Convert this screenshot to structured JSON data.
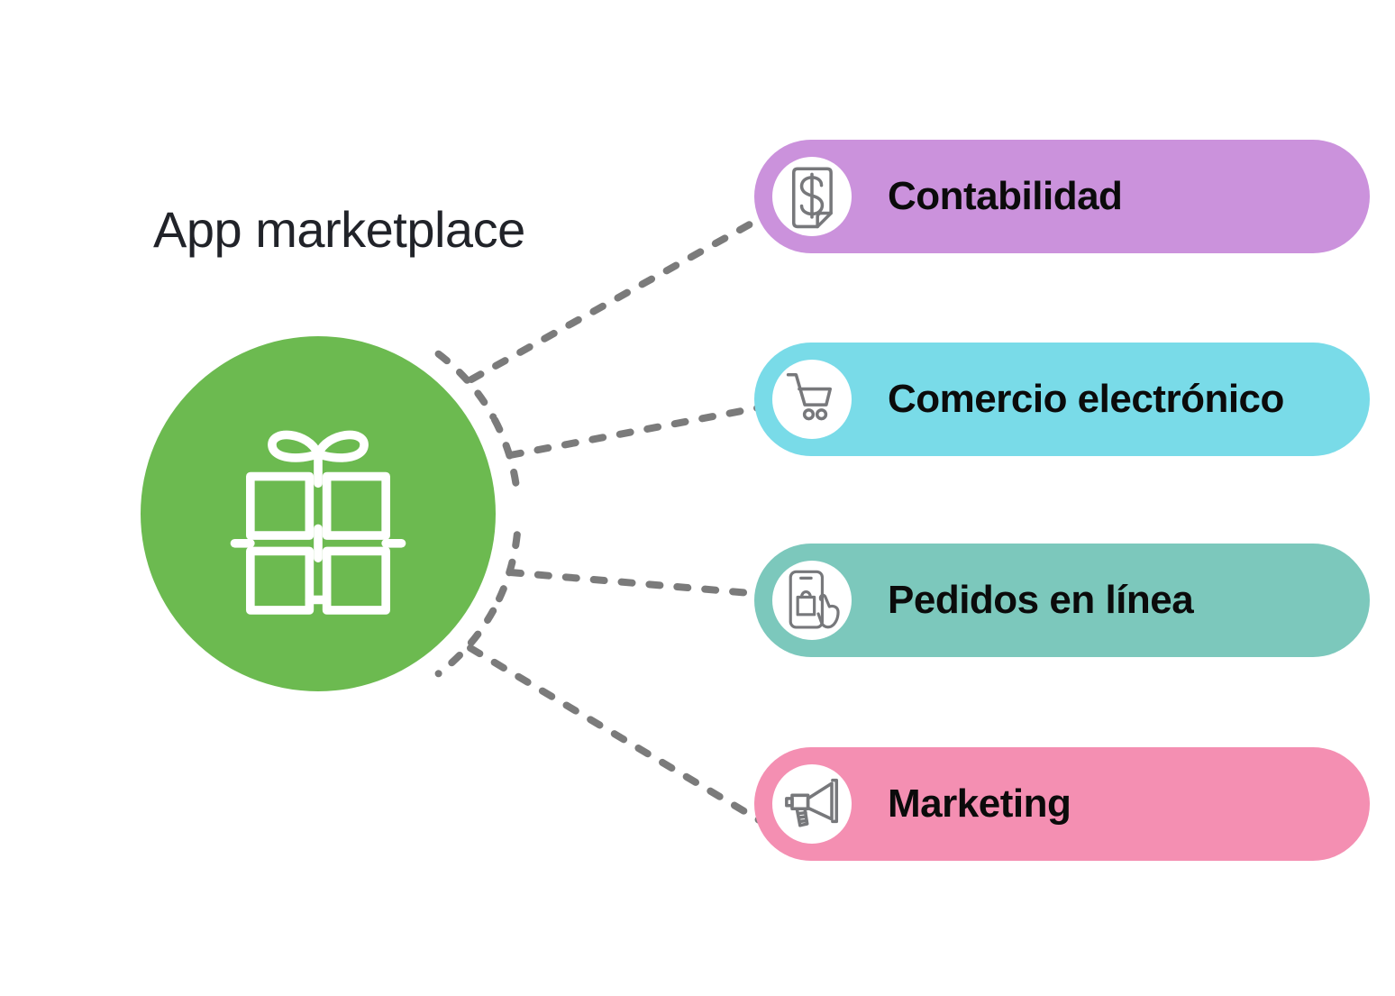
{
  "title": "App marketplace",
  "hub": {
    "name": "app-marketplace-hub",
    "color": "#6cba50",
    "icon": "gift-icon"
  },
  "categories": [
    {
      "label": "Contabilidad",
      "color": "#cb92dc",
      "icon": "invoice-dollar-icon"
    },
    {
      "label": "Comercio electrónico",
      "color": "#79dbe8",
      "icon": "shopping-cart-icon"
    },
    {
      "label": "Pedidos en línea",
      "color": "#7cc8bc",
      "icon": "mobile-order-icon"
    },
    {
      "label": "Marketing",
      "color": "#f48fb2",
      "icon": "megaphone-icon"
    }
  ],
  "colors": {
    "connector": "#7b7b7b",
    "title_text": "#212329",
    "label_text": "#0b0b0b",
    "icon_stroke": "#77787b"
  }
}
